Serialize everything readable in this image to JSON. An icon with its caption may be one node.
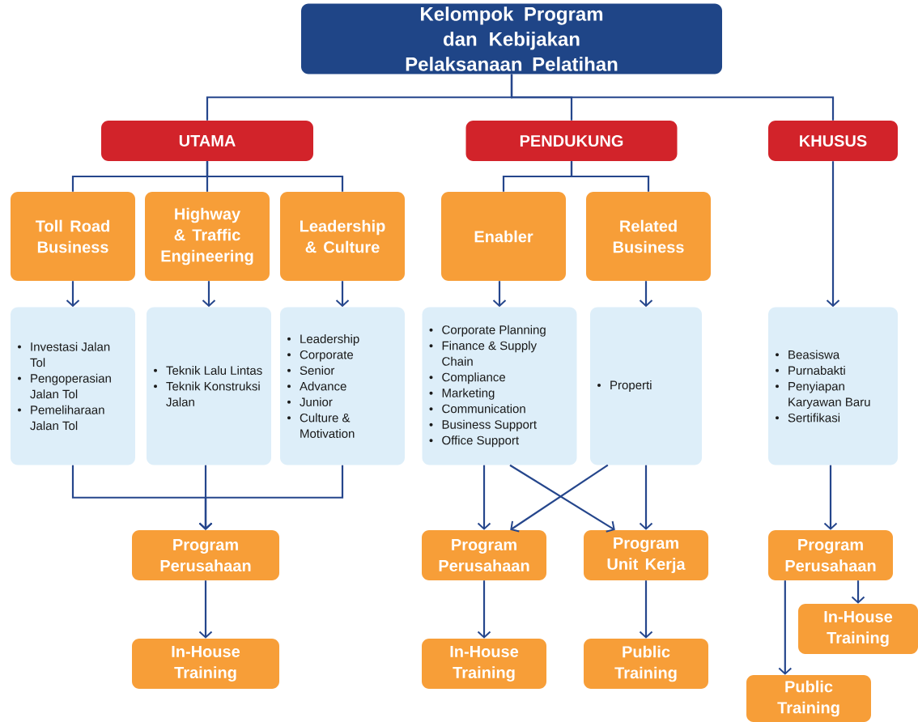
{
  "diagram": {
    "nodes": [
      {
        "text": [
          "Kelompok Program dan Kebijakan Pelaksanaan Pelatihan"
        ]
      },
      {
        "text": [
          "UTAMA"
        ]
      },
      {
        "text": [
          "PENDUKUNG"
        ]
      },
      {
        "text": [
          "KHUSUS"
        ]
      },
      {
        "text": [
          "Toll Road Business"
        ]
      },
      {
        "text": [
          "Highway & Traffic Engineering"
        ]
      },
      {
        "text": [
          "Leadership & Culture"
        ]
      },
      {
        "text": [
          "Enabler"
        ]
      },
      {
        "text": [
          "Related Business"
        ]
      },
      {
        "text": [
          "Investasi Jalan Tol",
          "Pengoperasian Jalan Tol",
          "Pemeliharaan Jalan Tol"
        ]
      },
      {
        "text": [
          "Teknik Lalu Lintas",
          "Teknik Konstruksi Jalan"
        ]
      },
      {
        "text": [
          "Leadership",
          "Corporate",
          "Senior",
          "Advance",
          "Junior",
          "Culture & Motivation"
        ]
      },
      {
        "text": [
          "Corporate Planning",
          "Finance & Supply Chain",
          "Compliance",
          "Marketing",
          "Communication",
          "Business Support",
          "Office Support"
        ]
      },
      {
        "text": [
          "Properti"
        ]
      },
      {
        "text": [
          "Beasiswa",
          "Purnabakti",
          "Penyiapan Karyawan Baru",
          "Sertifikasi"
        ]
      },
      {
        "text": [
          "Program Perusahaan"
        ]
      },
      {
        "text": [
          "In-House Training"
        ]
      },
      {
        "text": [
          "Program Perusahaan"
        ]
      },
      {
        "text": [
          "Program Unit Kerja"
        ]
      },
      {
        "text": [
          "In-House Training"
        ]
      },
      {
        "text": [
          "Public Training"
        ]
      },
      {
        "text": [
          "Program Perusahaan"
        ]
      },
      {
        "text": [
          "In-House Training"
        ]
      },
      {
        "text": [
          "Public Training"
        ]
      }
    ],
    "edges": [
      {
        "from": 0,
        "to": 1,
        "arrow": "none"
      },
      {
        "from": 0,
        "to": 2,
        "arrow": "none"
      },
      {
        "from": 0,
        "to": 3,
        "arrow": "none"
      },
      {
        "from": 1,
        "to": 4,
        "arrow": "none"
      },
      {
        "from": 1,
        "to": 5,
        "arrow": "none"
      },
      {
        "from": 1,
        "to": 6,
        "arrow": "none"
      },
      {
        "from": 2,
        "to": 7,
        "arrow": "none"
      },
      {
        "from": 2,
        "to": 8,
        "arrow": "none"
      },
      {
        "from": 4,
        "to": 9,
        "arrow": "to"
      },
      {
        "from": 5,
        "to": 10,
        "arrow": "to"
      },
      {
        "from": 6,
        "to": 11,
        "arrow": "to"
      },
      {
        "from": 7,
        "to": 12,
        "arrow": "to"
      },
      {
        "from": 8,
        "to": 13,
        "arrow": "to"
      },
      {
        "from": 3,
        "to": 14,
        "arrow": "to"
      },
      {
        "from": 9,
        "to": 15,
        "arrow": "to"
      },
      {
        "from": 10,
        "to": 15,
        "arrow": "to"
      },
      {
        "from": 11,
        "to": 15,
        "arrow": "to"
      },
      {
        "from": 12,
        "to": 17,
        "arrow": "to"
      },
      {
        "from": 12,
        "to": 18,
        "arrow": "to"
      },
      {
        "from": 13,
        "to": 17,
        "arrow": "to"
      },
      {
        "from": 13,
        "to": 18,
        "arrow": "to"
      },
      {
        "from": 14,
        "to": 21,
        "arrow": "to"
      },
      {
        "from": 15,
        "to": 16,
        "arrow": "to"
      },
      {
        "from": 17,
        "to": 19,
        "arrow": "to"
      },
      {
        "from": 18,
        "to": 20,
        "arrow": "to"
      },
      {
        "from": 21,
        "to": 22,
        "arrow": "to"
      },
      {
        "from": 21,
        "to": 23,
        "arrow": "to"
      }
    ]
  }
}
